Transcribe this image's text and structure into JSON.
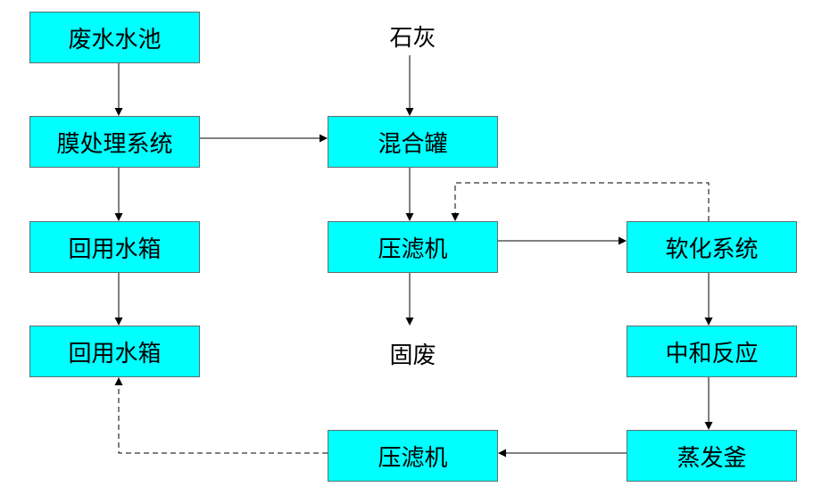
{
  "nodes": {
    "wastewater_pool": "废水水池",
    "membrane_system": "膜处理系统",
    "reuse_tank_1": "回用水箱",
    "reuse_tank_2": "回用水箱",
    "mixing_tank": "混合罐",
    "filter_press_1": "压滤机",
    "softening_system": "软化系统",
    "neutralization": "中和反应",
    "evaporator": "蒸发釜",
    "filter_press_2": "压滤机"
  },
  "labels": {
    "lime": "石灰",
    "solid_waste": "固废"
  },
  "colors": {
    "box_fill": "#00ffff",
    "box_border": "#5f6f6f",
    "arrow": "#000000"
  }
}
